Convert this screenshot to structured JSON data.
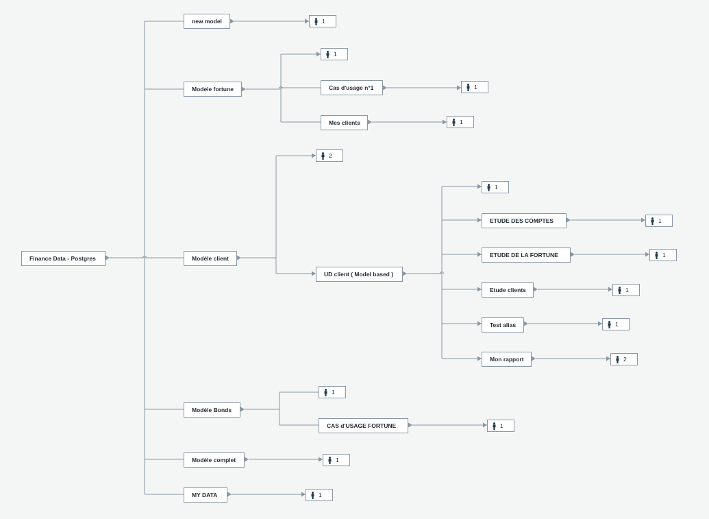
{
  "colors": {
    "background": "#f3f6f5",
    "line": "#8a96a5",
    "box_border": "#8a96a5",
    "text": "#1f2933"
  },
  "icons": {
    "user_count": "person-icon",
    "connector_end": "arrowhead"
  },
  "nodes": {
    "root": {
      "label": "Finance Data - Postgres"
    },
    "new_model": {
      "label": "new model"
    },
    "modele_fortune": {
      "label": "Modele fortune"
    },
    "cas_usage_1": {
      "label": "Cas d'usage n°1"
    },
    "mes_clients": {
      "label": "Mes clients"
    },
    "modele_client": {
      "label": "Modèle client"
    },
    "ud_client": {
      "label": "UD client ( Model based )"
    },
    "etude_comptes": {
      "label": "ETUDE DES COMPTES"
    },
    "etude_fortune": {
      "label": "ETUDE DE LA FORTUNE"
    },
    "etude_clients": {
      "label": "Etude clients"
    },
    "test_alias": {
      "label": "Test alias"
    },
    "mon_rapport": {
      "label": "Mon rapport"
    },
    "modele_bonds": {
      "label": "Modèle Bonds"
    },
    "cas_usage_fortune": {
      "label": "CAS d'USAGE FORTUNE"
    },
    "modele_complet": {
      "label": "Modèle complet"
    },
    "my_data": {
      "label": "MY DATA"
    }
  },
  "user_counts": {
    "new_model": "1",
    "modele_fortune": "1",
    "cas_usage_1": "1",
    "mes_clients": "1",
    "modele_client": "2",
    "ud_client": "1",
    "etude_comptes": "1",
    "etude_fortune": "1",
    "etude_clients": "1",
    "test_alias": "1",
    "mon_rapport": "2",
    "modele_bonds": "1",
    "cas_usage_fortune": "1",
    "modele_complet": "1",
    "my_data": "1"
  }
}
